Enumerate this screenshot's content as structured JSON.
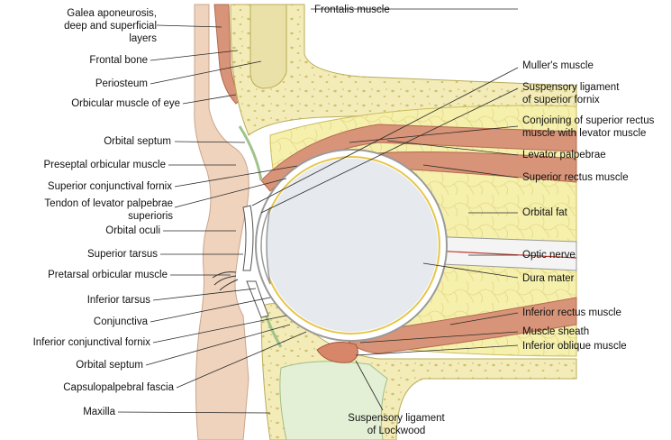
{
  "figure": {
    "colors": {
      "bone": "#f3ecb8",
      "bone_dot": "#cfc170",
      "fat": "#f6f0ad",
      "fat_line": "#e4d886",
      "muscle": "#d79478",
      "muscle_line": "#b56a4e",
      "skin": "#efd3bd",
      "skin_line": "#caa58c",
      "globe": "#e6e9ed",
      "sclera_ring": "#ffffff",
      "lens_ring": "#e5c64a",
      "septum": "#c7e0b0",
      "fascia": "#b4bcc6",
      "background": "#ffffff",
      "leader": "#2a2a2a"
    },
    "labels_left": [
      "Galea aponeurosis,\ndeep and superficial\nlayers",
      "Frontal bone",
      "Periosteum",
      "Orbicular muscle of eye",
      "Orbital septum",
      "Preseptal orbicular muscle",
      "Superior conjunctival fornix",
      "Tendon of levator palpebrae\nsuperioris",
      "Orbital oculi",
      "Superior tarsus",
      "Pretarsal orbicular muscle",
      "Inferior tarsus",
      "Conjunctiva",
      "Inferior conjunctival fornix",
      "Orbital septum",
      "Capsulopalpebral fascia",
      "Maxilla"
    ],
    "labels_right": [
      "Muller's muscle",
      "Suspensory ligament\nof superior fornix",
      "Conjoining of superior rectus\nmuscle with levator muscle",
      "Levator palpebrae",
      "Superior rectus muscle",
      "Orbital fat",
      "Optic nerve",
      "Dura mater",
      "Inferior rectus muscle",
      "Muscle sheath",
      "Inferior oblique muscle"
    ],
    "label_top": "Frontalis muscle",
    "label_bottom": "Suspensory ligament\nof Lockwood"
  }
}
